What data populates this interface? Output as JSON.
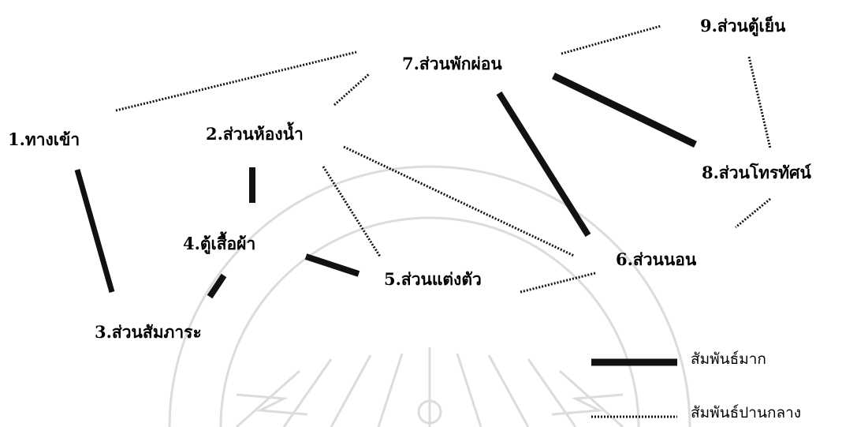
{
  "nodes": [
    {
      "id": "n1",
      "label": "1.ทางเข้า"
    },
    {
      "id": "n2",
      "label": "2.ส่วนห้องน้ำ"
    },
    {
      "id": "n3",
      "label": "3.ส่วนสัมภาระ"
    },
    {
      "id": "n4",
      "label": "4.ตู้เสื้อผ้า"
    },
    {
      "id": "n5",
      "label": "5.ส่วนแต่งตัว"
    },
    {
      "id": "n6",
      "label": "6.ส่วนนอน"
    },
    {
      "id": "n7",
      "label": "7.ส่วนพักผ่อน"
    },
    {
      "id": "n8",
      "label": "8.ส่วนโทรทัศน์"
    },
    {
      "id": "n9",
      "label": "9.ส่วนตู้เย็น"
    }
  ],
  "relations": [
    {
      "from": "n1",
      "to": "n3",
      "strength": "strong"
    },
    {
      "from": "n2",
      "to": "n4",
      "strength": "strong"
    },
    {
      "from": "n4",
      "to": "n5",
      "strength": "strong"
    },
    {
      "from": "n4",
      "to": "n3",
      "strength": "strong"
    },
    {
      "from": "n7",
      "to": "n6",
      "strength": "strong"
    },
    {
      "from": "n7",
      "to": "n8",
      "strength": "strong"
    },
    {
      "from": "n1",
      "to": "n7",
      "strength": "medium"
    },
    {
      "from": "n2",
      "to": "n7",
      "strength": "medium"
    },
    {
      "from": "n2",
      "to": "n6",
      "strength": "medium"
    },
    {
      "from": "n2",
      "to": "n5",
      "strength": "medium"
    },
    {
      "from": "n5",
      "to": "n6",
      "strength": "medium"
    },
    {
      "from": "n7",
      "to": "n9",
      "strength": "medium"
    },
    {
      "from": "n9",
      "to": "n8",
      "strength": "medium"
    },
    {
      "from": "n8",
      "to": "n6",
      "strength": "medium"
    }
  ],
  "legend": {
    "strong_label": "สัมพันธ์มาก",
    "medium_label": "สัมพันธ์ปานกลาง"
  },
  "colors": {
    "line": "#111111",
    "text": "#000000",
    "watermark": "#d9d9d9"
  }
}
